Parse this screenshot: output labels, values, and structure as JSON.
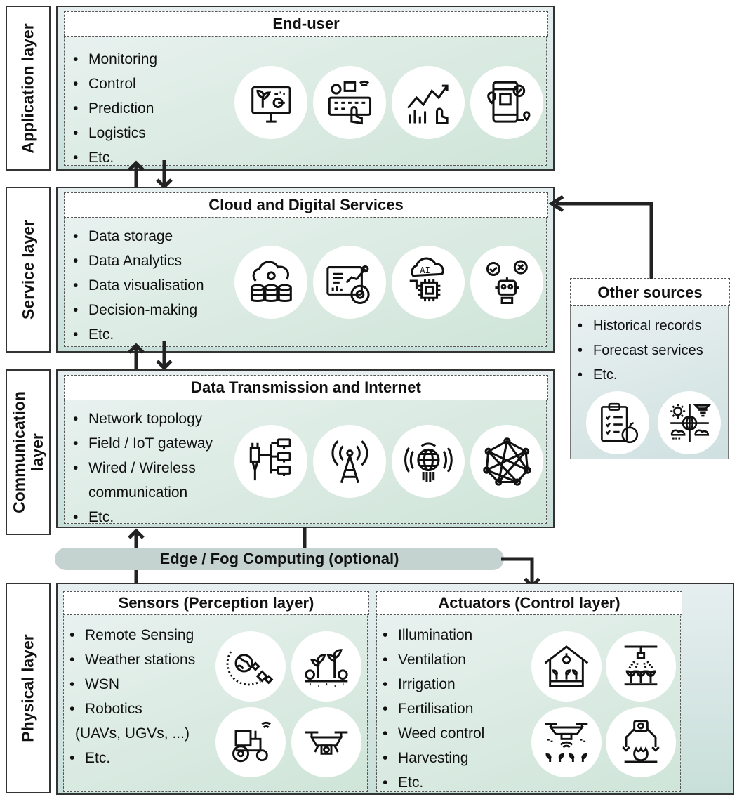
{
  "layers": {
    "application": "Application layer",
    "service": "Service layer",
    "communication_line1": "Communication",
    "communication_line2": "layer",
    "physical": "Physical layer"
  },
  "application": {
    "title": "End-user",
    "items": [
      "Monitoring",
      "Control",
      "Prediction",
      "Logistics",
      "Etc."
    ]
  },
  "service": {
    "title": "Cloud and Digital Services",
    "items": [
      "Data storage",
      "Data Analytics",
      "Data visualisation",
      "Decision-making",
      "Etc."
    ]
  },
  "communication": {
    "title": "Data Transmission and Internet",
    "items": [
      "Network topology",
      "Field / IoT gateway",
      "Wired / Wireless",
      "communication",
      "Etc."
    ]
  },
  "edge": {
    "label": "Edge / Fog Computing (optional)"
  },
  "sensors": {
    "title": "Sensors (Perception layer)",
    "items": [
      "Remote Sensing",
      "Weather stations",
      "WSN",
      "Robotics",
      "(UAVs, UGVs, ...)",
      "Etc."
    ]
  },
  "actuators": {
    "title": "Actuators (Control layer)",
    "items": [
      "Illumination",
      "Ventilation",
      "Irrigation",
      "Fertilisation",
      "Weed control",
      "Harvesting",
      "Etc."
    ]
  },
  "other_sources": {
    "title": "Other sources",
    "items": [
      "Historical records",
      "Forecast services",
      "Etc."
    ]
  },
  "icons": {
    "application": [
      "plant-monitor-icon",
      "control-panel-icon",
      "prediction-chart-icon",
      "mobile-logistics-icon"
    ],
    "service": [
      "cloud-database-icon",
      "dashboard-analytics-icon",
      "ai-chip-icon",
      "decision-robot-icon"
    ],
    "communication": [
      "network-topology-icon",
      "radio-tower-icon",
      "internet-globe-icon",
      "mesh-network-icon"
    ],
    "sensors": [
      "satellite-earth-icon",
      "plant-sensor-icon",
      "tractor-icon",
      "drone-icon"
    ],
    "actuators": [
      "greenhouse-light-icon",
      "sprinkler-icon",
      "spraying-drone-icon",
      "harvesting-robot-icon"
    ],
    "other_sources": [
      "records-clipboard-icon",
      "weather-forecast-icon"
    ]
  },
  "colors": {
    "border": "#333333",
    "panel_bg": "#cfe5d8",
    "edge_bar": "#c5d3d0"
  }
}
